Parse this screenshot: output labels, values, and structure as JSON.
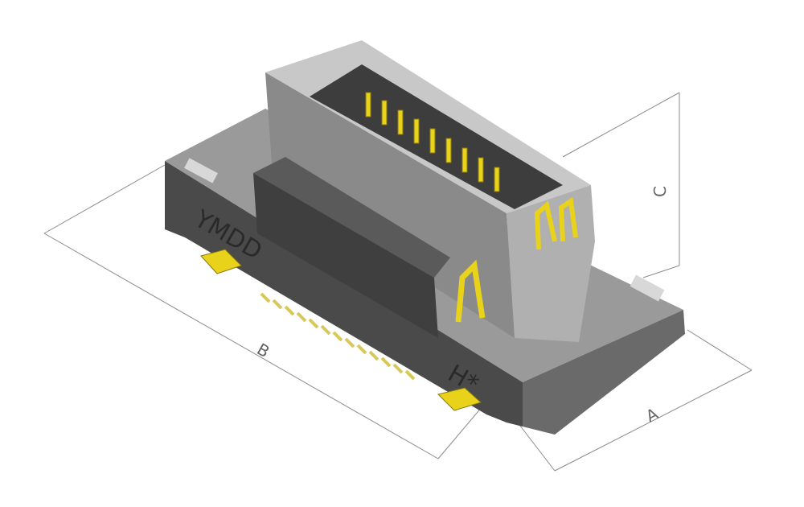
{
  "figure": {
    "marking_left": "YMDD",
    "marking_right": "H*",
    "dimensions": {
      "a": "A",
      "b": "B",
      "c": "C"
    },
    "colors": {
      "body_dark": "#4a4a4a",
      "body_mid": "#6e6e6e",
      "body_light": "#bdbdbd",
      "contact": "#e8d21a",
      "dim_line": "#888888"
    }
  }
}
